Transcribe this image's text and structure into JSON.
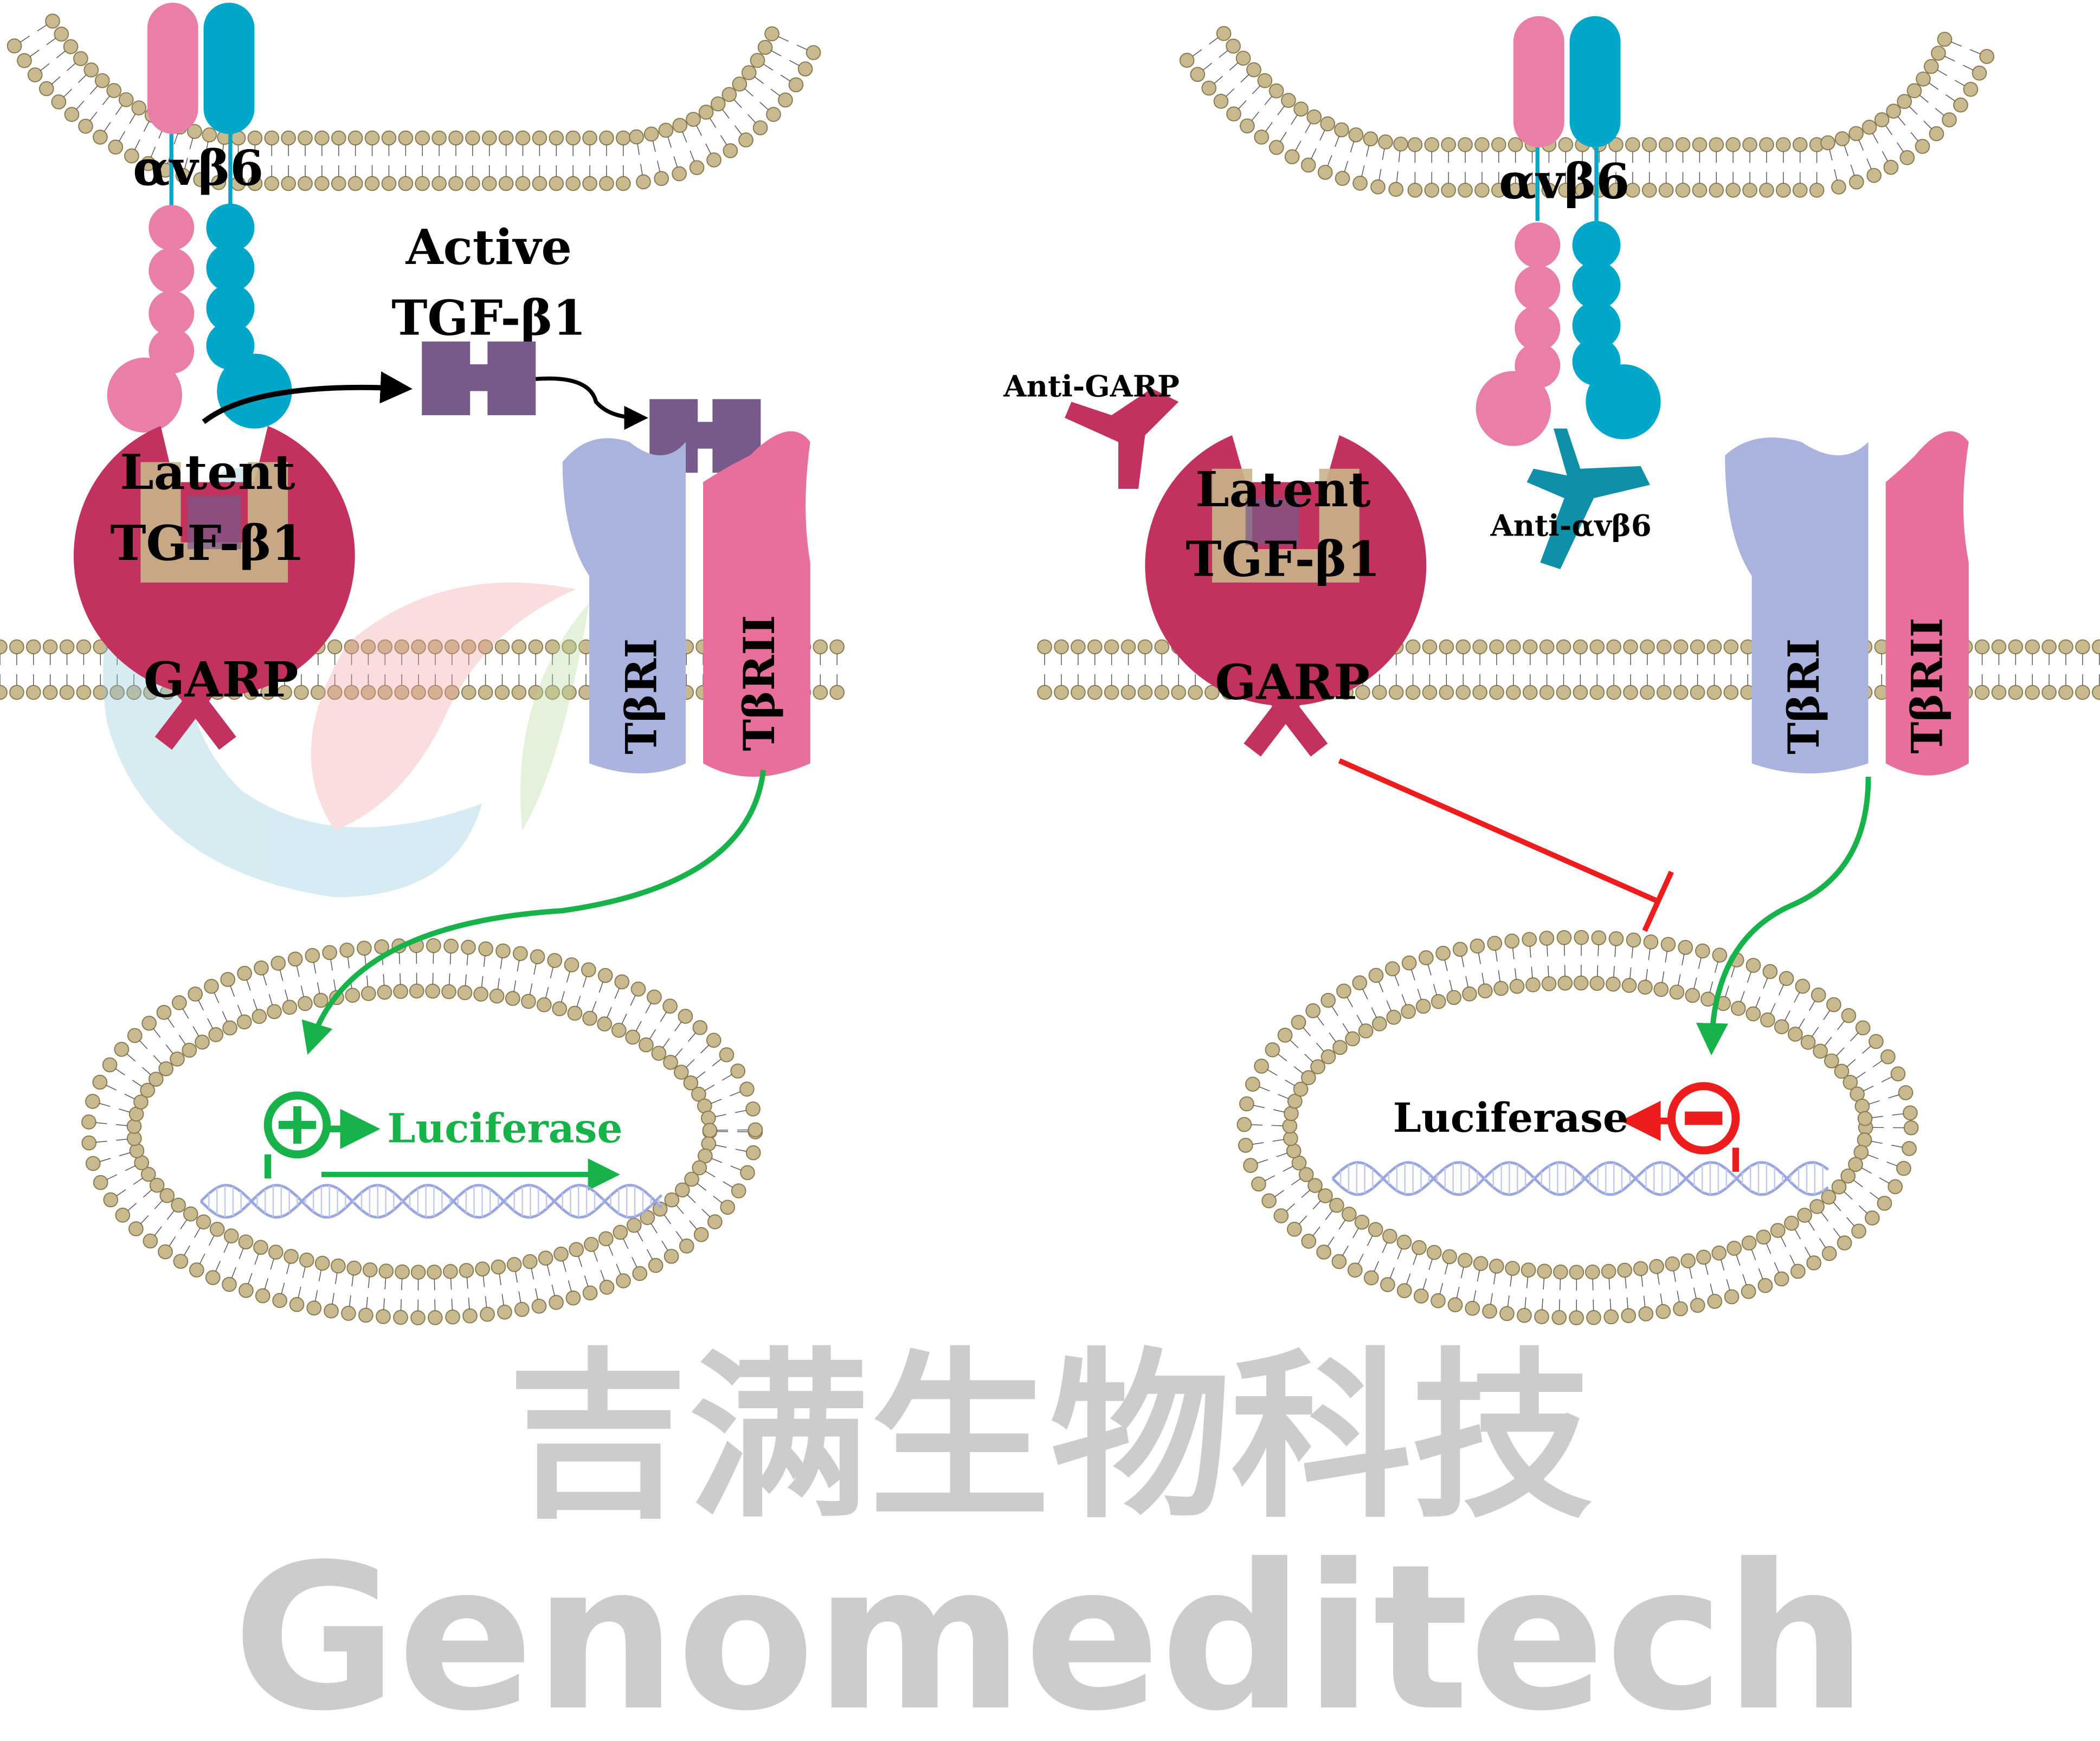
{
  "colors": {
    "alpha": "#e97ea6",
    "beta": "#00a7c8",
    "garp": "#c3325f",
    "latent_core": "#c9b48a",
    "tgf": "#765a8c",
    "tbr1": "#a9b3dd",
    "tbr2": "#e86f9b",
    "activate": "#17b24a",
    "inhibit": "#ee1c1c",
    "lipid": "#c8b98e",
    "antibody_integrin": "#0f8fa8"
  },
  "left_panel": {
    "integrin": "αvβ6",
    "active": "Active",
    "active2": "TGF-β1",
    "latent1": "Latent",
    "latent2": "TGF-β1",
    "garp": "GARP",
    "tbr1": "TβRI",
    "tbr2": "TβRII",
    "reporter": "Luciferase",
    "promoter_state": "+"
  },
  "right_panel": {
    "integrin": "αvβ6",
    "anti_garp": "Anti-GARP",
    "anti_integrin": "Anti-αvβ6",
    "latent1": "Latent",
    "latent2": "TGF-β1",
    "garp": "GARP",
    "tbr1": "TβRI",
    "tbr2": "TβRII",
    "reporter": "Luciferase",
    "promoter_state": "−"
  },
  "watermark": {
    "cn": "吉满生物科技",
    "en": "Genomeditech"
  }
}
